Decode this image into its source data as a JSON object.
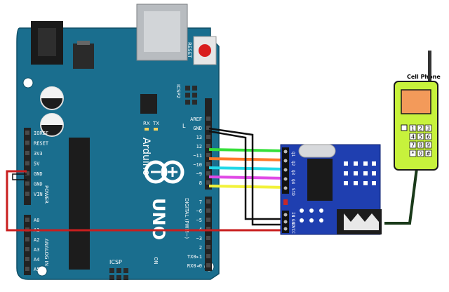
{
  "arduino": {
    "reset_label": "RESET",
    "icsp2_label": "ICSP2",
    "tx_label": "TX",
    "rx_label": "RX",
    "l_label": "L",
    "brand": "Arduino",
    "model": "UNO",
    "on_label": "ON",
    "icsp_label": "ICSP",
    "digital_label": "DIGITAL (PWM~)",
    "power_label": "POWER",
    "analog_label": "ANALOG IN",
    "left_pins": [
      "IOREF",
      "RESET",
      "3V3",
      "5V",
      "GND",
      "GND",
      "VIN"
    ],
    "analog_pins": [
      "A0",
      "A1",
      "A2",
      "A3",
      "A4",
      "A5"
    ],
    "right_pins_top": [
      "AREF",
      "GND",
      "13",
      "12",
      "~11",
      "~10",
      "~9",
      "8"
    ],
    "right_pins_bottom": [
      "7",
      "~6",
      "~5",
      "4",
      "~3",
      "2",
      "TX0▸1",
      "RX0◂0"
    ]
  },
  "module": {
    "pins_upper": [
      "Q1",
      "Q2",
      "Q3",
      "Q4",
      "StD"
    ],
    "pins_lower": [
      "IN",
      "GND",
      "VCC"
    ]
  },
  "phone": {
    "title": "Cell Phone",
    "keys": [
      "1",
      "2",
      "3",
      "4",
      "5",
      "6",
      "7",
      "8",
      "9",
      "*",
      "0",
      "#"
    ]
  },
  "colors": {
    "board": "#1a6e8e",
    "board_dark": "#14566f",
    "module": "#1f3fb0",
    "phone": "#c7f23c",
    "screen": "#f39a5a",
    "wire_green": "#35e03a",
    "wire_orange": "#ff7a2a",
    "wire_cyan": "#22d8e8",
    "wire_magenta": "#e04ae6",
    "wire_yellow": "#f2f23a",
    "wire_red": "#c81e1e",
    "wire_black": "#111111"
  }
}
